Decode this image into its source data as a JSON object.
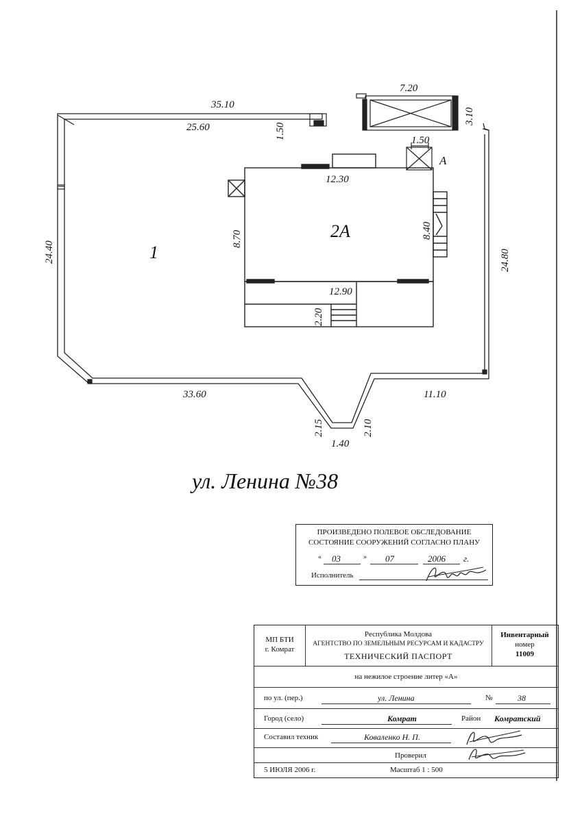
{
  "plan": {
    "dims": {
      "top_outer": "35.10",
      "top_inner": "25.60",
      "gap_small": "1.50",
      "annex_width": "7.20",
      "annex_height": "3.10",
      "annex2": "1.50",
      "left": "24.40",
      "right": "24.80",
      "bldg_top": "12.30",
      "bldg_left": "8.70",
      "bldg_right": "8.40",
      "bldg_bottom": "12.90",
      "porch": "2.20",
      "bottom_left": "33.60",
      "bottom_right": "11.10",
      "gate_left": "2.15",
      "gate_right": "2.10",
      "gate_width": "1.40"
    },
    "labels": {
      "plot": "1",
      "building": "2А",
      "annex": "А"
    }
  },
  "street_title": "ул. Ленина №38",
  "stamp": {
    "line1": "ПРОИЗВЕДЕНО ПОЛЕВОЕ ОБСЛЕДОВАНИЕ",
    "line2": "СОСТОЯНИЕ СООРУЖЕНИЙ СОГЛАСНО ПЛАНУ",
    "day": "03",
    "month": "07",
    "year": "2006",
    "year_suffix": "г.",
    "executor_label": "Исполнитель"
  },
  "title_block": {
    "org_short": "МП БТИ",
    "org_city": "г. Комрат",
    "republic": "Республика Молдова",
    "agency": "АГЕНТСТВО ПО ЗЕМЕЛЬНЫМ РЕСУРСАМ И КАДАСТРУ",
    "doc_title": "ТЕХНИЧЕСКИЙ ПАСПОРТ",
    "inv_label_1": "Инвентарный",
    "inv_label_2": "номер",
    "inv_number": "11009",
    "object": "на нежилое строение литер «А»",
    "street_label": "по ул. (пер.)",
    "street_value": "ул. Ленина",
    "num_label": "№",
    "num_value": "38",
    "city_label": "Город (село)",
    "city_value": "Комрат",
    "district_label": "Район",
    "district_value": "Комратский",
    "composed_label": "Составил техник",
    "composed_value": "Коваленко Н. П.",
    "checked_label": "Проверил",
    "date": "5 ИЮЛЯ 2006 г.",
    "scale": "Масштаб 1 : 500"
  }
}
